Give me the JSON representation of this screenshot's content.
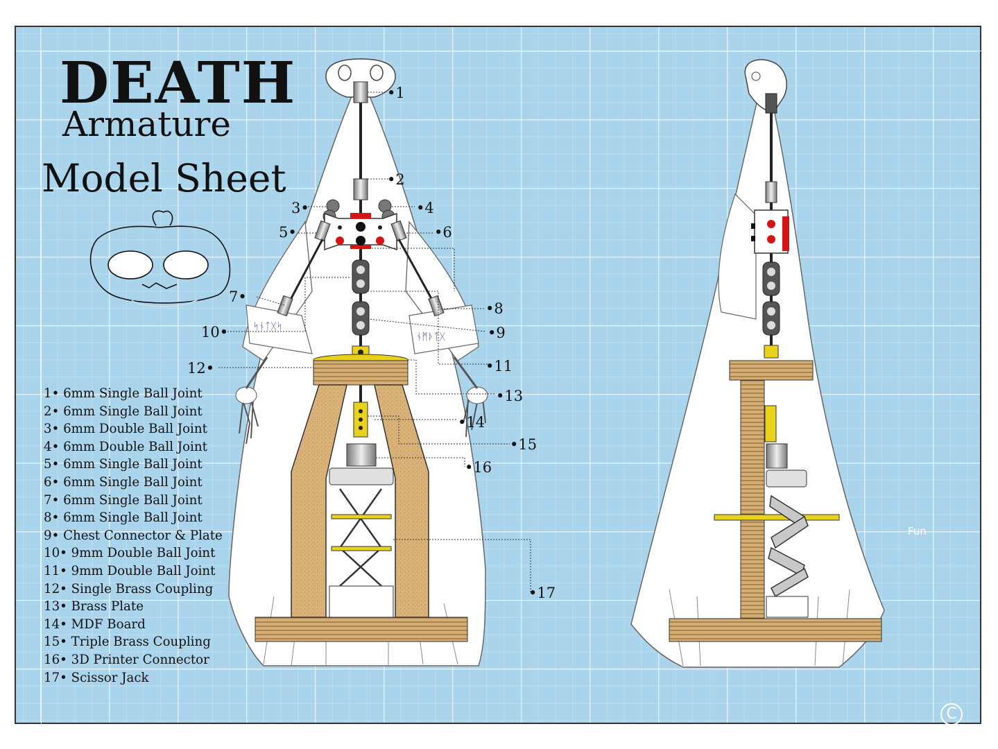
{
  "title": {
    "main": "DEATH",
    "sub": "Armature",
    "sub2": "Model Sheet"
  },
  "parts": [
    "1• 6mm Single Ball Joint",
    "2• 6mm Single Ball Joint",
    "3• 6mm Double Ball Joint",
    "4• 6mm Double Ball Joint",
    "5• 6mm Single Ball Joint",
    "6• 6mm Single Ball Joint",
    "7• 6mm Single Ball Joint",
    "8• 6mm Single Ball Joint",
    "9• Chest Connector & Plate",
    "10• 9mm Double Ball Joint",
    "11• 9mm Double Ball Joint",
    "12• Single Brass Coupling",
    "13• Brass Plate",
    "14• MDF Board",
    "15• Triple Brass Coupling",
    "16• 3D Printer Connector",
    "17• Scissor Jack"
  ],
  "callouts": {
    "c1": "•1",
    "c2": "•2",
    "c3": "3•",
    "c4": "•4",
    "c5": "5•",
    "c6": "•6",
    "c7": "7•",
    "c8": "•8",
    "c9": "•9",
    "c10": "10•",
    "c11": "•11",
    "c12": "12•",
    "c13": "•13",
    "c14": "•14",
    "c15": "•15",
    "c16": "•16",
    "c17": "•17"
  },
  "annotations": {
    "fun": "Fun",
    "copyright": "C"
  },
  "colors": {
    "blueprint": "#a9d4ec",
    "wood": "#d6ad72",
    "brass": "#e8d21c",
    "joint": "#666666",
    "accent_red": "#d31515"
  }
}
